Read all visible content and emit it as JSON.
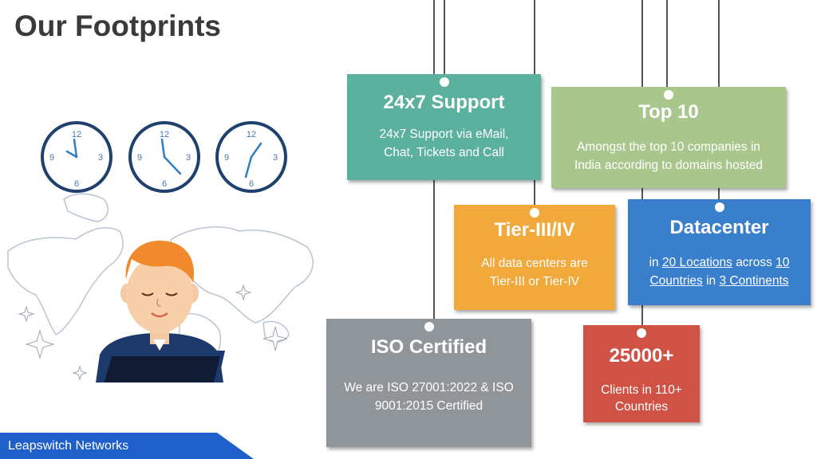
{
  "page_title": "Our Footprints",
  "cards": {
    "support": {
      "title": "24x7 Support",
      "body": "24x7 Support via eMail, Chat, Tickets and Call",
      "color": "#5bb09e"
    },
    "top10": {
      "title": "Top 10",
      "body": "Amongst the top 10 companies in India according to domains hosted",
      "color": "#a9c78d"
    },
    "tier": {
      "title": "Tier-III/IV",
      "body": "All data centers are Tier-III or Tier-IV",
      "color": "#f2a93b"
    },
    "datacenter": {
      "title": "Datacenter",
      "body_in": "in",
      "locations": "20 Locations",
      "across": "across",
      "countries": "10 Countries",
      "body_in2": "in",
      "continents": "3 Continents",
      "color": "#3a7fcc"
    },
    "iso": {
      "title": "ISO Certified",
      "body": "We are ISO 27001:2022 & ISO 9001:2015 Certified",
      "color": "#909599"
    },
    "clients": {
      "title": "25000+",
      "body": "Clients in 110+ Countries",
      "color": "#cf5245"
    }
  },
  "clocks": [
    {
      "n12": "12",
      "n3": "3",
      "n6": "6",
      "n9": "9"
    },
    {
      "n12": "12",
      "n3": "3",
      "n6": "6",
      "n9": "9"
    },
    {
      "n12": "12",
      "n3": "3",
      "n6": "6",
      "n9": "9"
    }
  ],
  "footer": {
    "company": "Leapswitch Networks",
    "color": "#1f5fc9"
  }
}
